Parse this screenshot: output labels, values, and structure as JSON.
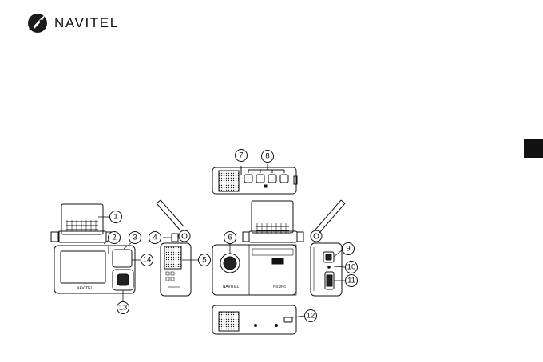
{
  "header": {
    "brand": "NAVITEL",
    "logo_icon": "navitel-rocket-logo-icon"
  },
  "page_tab": {
    "color": "#111111"
  },
  "figure": {
    "device_labels": {
      "front_logo": "NAVITEL",
      "rear_logo": "NAVITEL",
      "model": "RS 2N0"
    },
    "callouts": [
      "1",
      "2",
      "3",
      "4",
      "5",
      "6",
      "7",
      "8",
      "9",
      "10",
      "11",
      "12",
      "13",
      "14"
    ]
  }
}
